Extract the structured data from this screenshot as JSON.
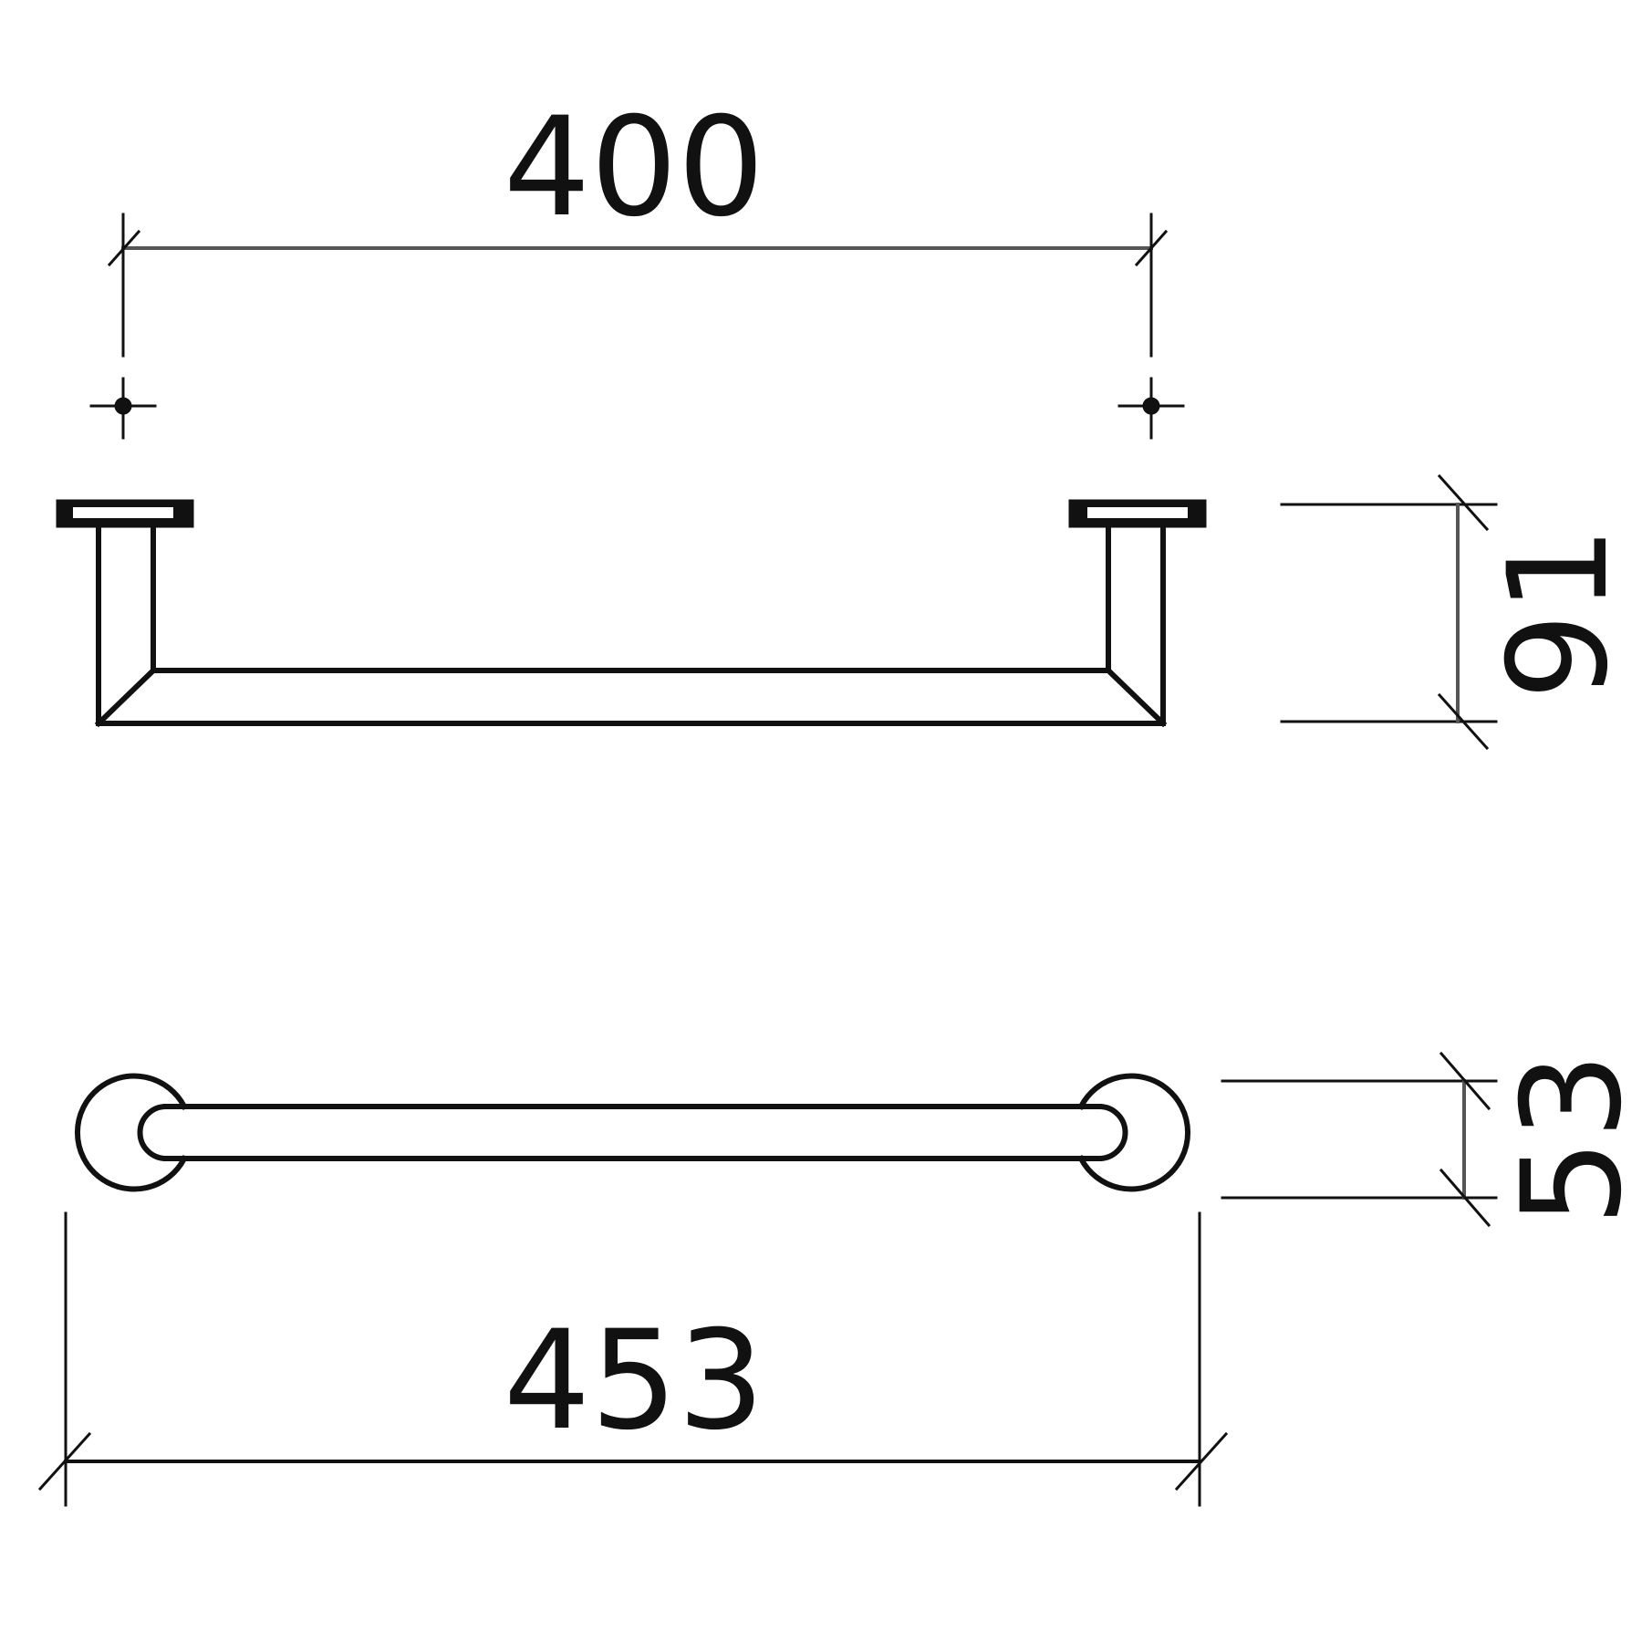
{
  "dimensions": {
    "mounting_distance": "400",
    "projection_depth": "91",
    "overall_length": "453",
    "base_diameter": "53"
  },
  "colors": {
    "line": "#111111",
    "dimension_line": "#555555",
    "background": "#ffffff"
  }
}
